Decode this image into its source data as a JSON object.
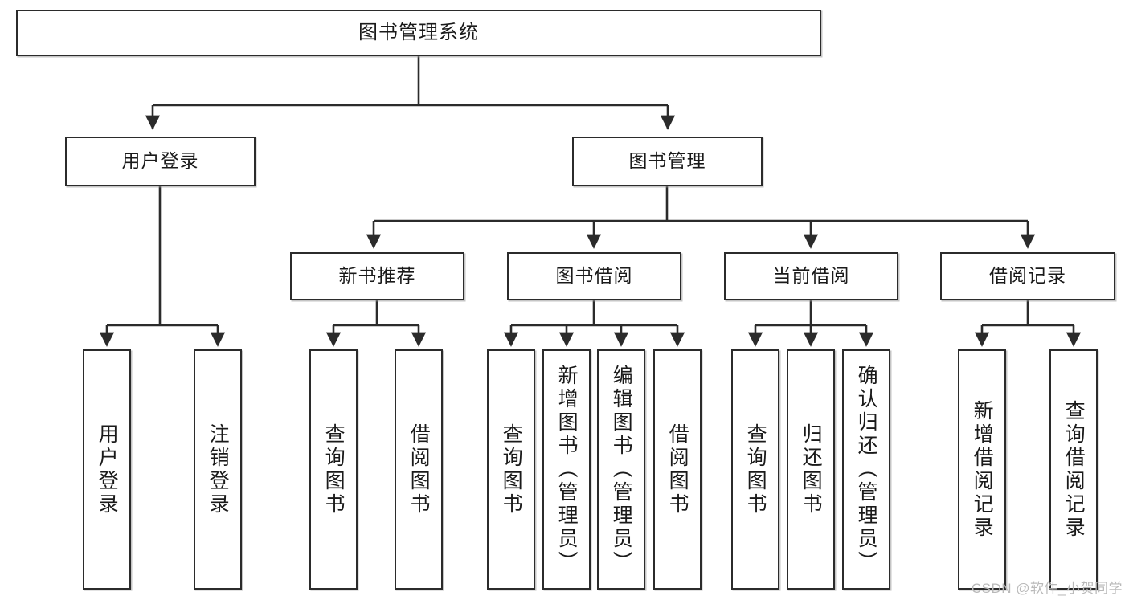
{
  "diagram": {
    "title": "图书管理系统",
    "type": "tree",
    "root": {
      "id": "root",
      "label": "图书管理系统"
    },
    "level2": [
      {
        "id": "user-login",
        "label": "用户登录"
      },
      {
        "id": "book-manage",
        "label": "图书管理"
      }
    ],
    "level3": [
      {
        "id": "new-book-recommend",
        "label": "新书推荐",
        "parent": "book-manage"
      },
      {
        "id": "book-borrow",
        "label": "图书借阅",
        "parent": "book-manage"
      },
      {
        "id": "current-borrow",
        "label": "当前借阅",
        "parent": "book-manage"
      },
      {
        "id": "borrow-record",
        "label": "借阅记录",
        "parent": "book-manage"
      }
    ],
    "leaves": [
      {
        "id": "leaf-user-login",
        "label": "用户登录",
        "parent": "user-login"
      },
      {
        "id": "leaf-user-logout",
        "label": "注销登录",
        "parent": "user-login"
      },
      {
        "id": "leaf-query-book-1",
        "label": "查询图书",
        "parent": "new-book-recommend"
      },
      {
        "id": "leaf-borrow-book-1",
        "label": "借阅图书",
        "parent": "new-book-recommend"
      },
      {
        "id": "leaf-query-book-2",
        "label": "查询图书",
        "parent": "book-borrow"
      },
      {
        "id": "leaf-add-book",
        "label": "新增图书（管理员）",
        "parent": "book-borrow"
      },
      {
        "id": "leaf-edit-book",
        "label": "编辑图书（管理员）",
        "parent": "book-borrow"
      },
      {
        "id": "leaf-borrow-book-2",
        "label": "借阅图书",
        "parent": "book-borrow"
      },
      {
        "id": "leaf-query-book-3",
        "label": "查询图书",
        "parent": "current-borrow"
      },
      {
        "id": "leaf-return-book",
        "label": "归还图书",
        "parent": "current-borrow"
      },
      {
        "id": "leaf-confirm-return",
        "label": "确认归还（管理员）",
        "parent": "current-borrow"
      },
      {
        "id": "leaf-add-record",
        "label": "新增借阅记录",
        "parent": "borrow-record"
      },
      {
        "id": "leaf-query-record",
        "label": "查询借阅记录",
        "parent": "borrow-record"
      }
    ],
    "watermark": "CSDN @软件_小贺同学",
    "colors": {
      "stroke": "#2b2b2b",
      "fill": "#ffffff",
      "text": "#1a1a1a",
      "watermark": "#b9b9b9"
    }
  }
}
